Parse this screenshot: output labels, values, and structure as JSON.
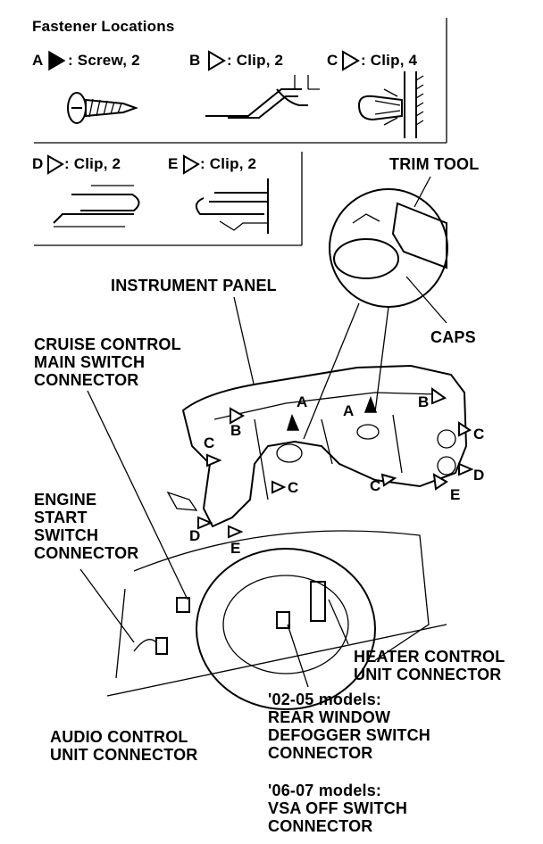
{
  "title": "Fastener Locations",
  "legend": [
    {
      "letter": "A",
      "text": " : Screw, 2",
      "style": "filled"
    },
    {
      "letter": "B",
      "text": " : Clip, 2",
      "style": "outline"
    },
    {
      "letter": "C",
      "text": " : Clip, 4",
      "style": "outline"
    },
    {
      "letter": "D",
      "text": " : Clip, 2",
      "style": "outline"
    },
    {
      "letter": "E",
      "text": " : Clip, 2",
      "style": "outline"
    }
  ],
  "labels": {
    "trim_tool": "TRIM TOOL",
    "instrument_panel": "INSTRUMENT PANEL",
    "caps": "CAPS",
    "cruise": "CRUISE CONTROL\nMAIN SWITCH\nCONNECTOR",
    "engine_start": "ENGINE\nSTART\nSWITCH\nCONNECTOR",
    "heater": "HEATER CONTROL\nUNIT CONNECTOR",
    "rear_window": "'02-05 models:\nREAR WINDOW\nDEFOGGER SWITCH\nCONNECTOR",
    "audio": "AUDIO CONTROL\nUNIT CONNECTOR",
    "vsa": "'06-07 models:\nVSA OFF SWITCH\nCONNECTOR"
  },
  "callouts": [
    "A",
    "A",
    "B",
    "B",
    "C",
    "C",
    "C",
    "C",
    "D",
    "D",
    "E",
    "E"
  ]
}
